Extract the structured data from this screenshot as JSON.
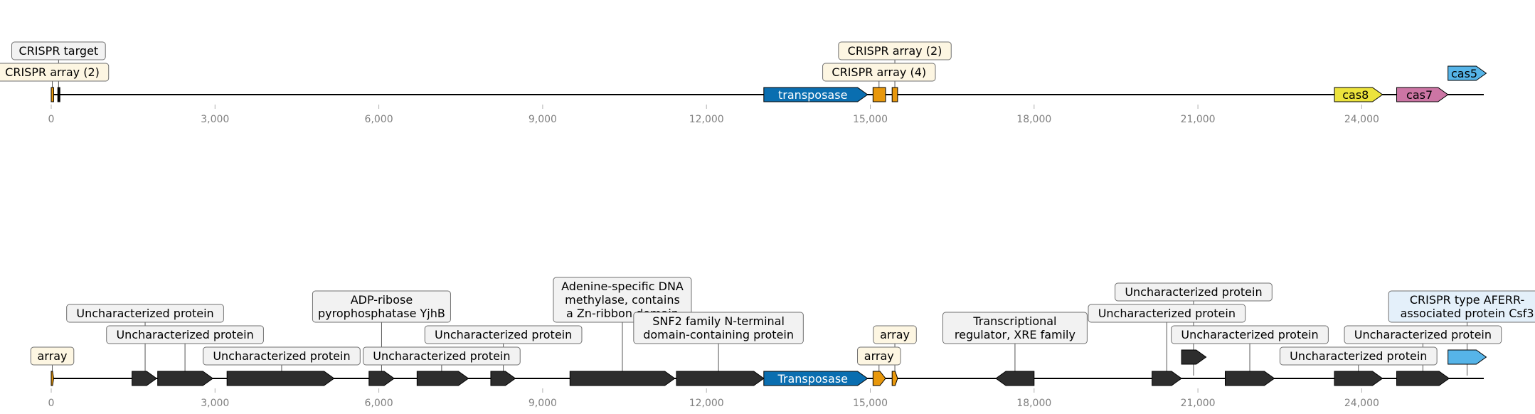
{
  "colors": {
    "backbone": "#000000",
    "tick_text": "#808080",
    "uncharacterized": "#2d2d2d",
    "transposase": "#0a6eb0",
    "crispr_array": "#e8980c",
    "cas8": "#ece33c",
    "cas7": "#cc75a4",
    "cas5": "#56b4e8",
    "label_fill_gray": "#f2f2f2",
    "label_fill_array": "#fdf6e2",
    "label_fill_cas": "#e4f0fa"
  },
  "axis": {
    "min": 0,
    "max": 26200,
    "ticks": [
      {
        "value": 0,
        "label": "0"
      },
      {
        "value": 3000,
        "label": "3,000"
      },
      {
        "value": 6000,
        "label": "6,000"
      },
      {
        "value": 9000,
        "label": "9,000"
      },
      {
        "value": 12000,
        "label": "12,000"
      },
      {
        "value": 15000,
        "label": "15,000"
      },
      {
        "value": 18000,
        "label": "18,000"
      },
      {
        "value": 21000,
        "label": "21,000"
      },
      {
        "value": 24000,
        "label": "24,000"
      }
    ]
  },
  "tracks": [
    {
      "id": "top",
      "features": [
        {
          "start": 0,
          "end": 45,
          "strand": 0,
          "color": "crispr_array",
          "name": "crispr-array-left"
        },
        {
          "start": 120,
          "end": 155,
          "strand": 0,
          "color": "backbone",
          "name": "crispr-target-marker"
        },
        {
          "start": 13050,
          "end": 14950,
          "strand": 1,
          "color": "transposase",
          "name": "transposase-gene",
          "text": "transposase",
          "text_color": "#ffffff"
        },
        {
          "start": 15050,
          "end": 15280,
          "strand": 0,
          "color": "crispr_array",
          "name": "crispr-array-4"
        },
        {
          "start": 15400,
          "end": 15500,
          "strand": 0,
          "color": "crispr_array",
          "name": "crispr-array-2-right"
        },
        {
          "start": 23500,
          "end": 24380,
          "strand": 1,
          "color": "cas8",
          "name": "cas8-gene",
          "text": "cas8",
          "text_color": "#000000"
        },
        {
          "start": 24640,
          "end": 25580,
          "strand": 1,
          "color": "cas7",
          "name": "cas7-gene",
          "text": "cas7",
          "text_color": "#000000"
        },
        {
          "start": 25580,
          "end": 26280,
          "strand": 1,
          "color": "cas5",
          "name": "cas5-gene",
          "text": "cas5",
          "text_color": "#000000",
          "raised": true
        }
      ],
      "labels": [
        {
          "lines": [
            "CRISPR target"
          ],
          "pos": 135,
          "level": 2,
          "fill": "label_fill_gray"
        },
        {
          "lines": [
            "CRISPR array (2)"
          ],
          "pos": 20,
          "level": 1,
          "fill": "label_fill_array"
        },
        {
          "lines": [
            "CRISPR array (2)"
          ],
          "pos": 15450,
          "level": 2,
          "fill": "label_fill_array"
        },
        {
          "lines": [
            "CRISPR array (4)"
          ],
          "pos": 15160,
          "level": 1,
          "fill": "label_fill_array"
        }
      ]
    },
    {
      "id": "bottom",
      "features": [
        {
          "start": 0,
          "end": 45,
          "strand": 1,
          "color": "crispr_array",
          "name": "array-left"
        },
        {
          "start": 1480,
          "end": 1930,
          "strand": 1,
          "color": "uncharacterized",
          "name": "gene-u1"
        },
        {
          "start": 1950,
          "end": 2960,
          "strand": 1,
          "color": "uncharacterized",
          "name": "gene-u2"
        },
        {
          "start": 3220,
          "end": 5180,
          "strand": 1,
          "color": "uncharacterized",
          "name": "gene-u3"
        },
        {
          "start": 5820,
          "end": 6280,
          "strand": 1,
          "color": "uncharacterized",
          "name": "gene-adp-ribose"
        },
        {
          "start": 6700,
          "end": 7640,
          "strand": 1,
          "color": "uncharacterized",
          "name": "gene-u4"
        },
        {
          "start": 8050,
          "end": 8500,
          "strand": 1,
          "color": "uncharacterized",
          "name": "gene-u5"
        },
        {
          "start": 9500,
          "end": 11420,
          "strand": 1,
          "color": "uncharacterized",
          "name": "gene-adenine-methylase"
        },
        {
          "start": 11450,
          "end": 13050,
          "strand": 1,
          "color": "uncharacterized",
          "name": "gene-snf2"
        },
        {
          "start": 13050,
          "end": 14950,
          "strand": 1,
          "color": "transposase",
          "name": "transposase-gene",
          "text": "Transposase",
          "text_color": "#ffffff"
        },
        {
          "start": 15050,
          "end": 15280,
          "strand": 1,
          "color": "crispr_array",
          "name": "array-mid"
        },
        {
          "start": 15400,
          "end": 15500,
          "strand": 1,
          "color": "crispr_array",
          "name": "array-right"
        },
        {
          "start": 17300,
          "end": 18000,
          "strand": -1,
          "color": "uncharacterized",
          "name": "gene-xre-regulator"
        },
        {
          "start": 20160,
          "end": 20700,
          "strand": 1,
          "color": "uncharacterized",
          "name": "gene-u6"
        },
        {
          "start": 20700,
          "end": 21150,
          "strand": 1,
          "color": "uncharacterized",
          "name": "gene-u7",
          "raised": true
        },
        {
          "start": 21500,
          "end": 22400,
          "strand": 1,
          "color": "uncharacterized",
          "name": "gene-u8"
        },
        {
          "start": 23500,
          "end": 24380,
          "strand": 1,
          "color": "uncharacterized",
          "name": "gene-u9"
        },
        {
          "start": 24640,
          "end": 25600,
          "strand": 1,
          "color": "uncharacterized",
          "name": "gene-u10"
        },
        {
          "start": 25580,
          "end": 26280,
          "strand": 1,
          "color": "cas5",
          "name": "gene-csf3",
          "raised": true
        }
      ],
      "labels": [
        {
          "lines": [
            "array"
          ],
          "pos": 20,
          "level": 1,
          "fill": "label_fill_array"
        },
        {
          "lines": [
            "Uncharacterized protein"
          ],
          "pos": 1720,
          "level": 3,
          "fill": "label_fill_gray"
        },
        {
          "lines": [
            "Uncharacterized protein"
          ],
          "pos": 2450,
          "level": 2,
          "fill": "label_fill_gray"
        },
        {
          "lines": [
            "Uncharacterized protein"
          ],
          "pos": 4220,
          "level": 1,
          "fill": "label_fill_gray"
        },
        {
          "lines": [
            "ADP-ribose",
            "pyrophosphatase YjhB"
          ],
          "pos": 6050,
          "level": 3,
          "fill": "label_fill_gray"
        },
        {
          "lines": [
            "Uncharacterized protein"
          ],
          "pos": 7150,
          "level": 1,
          "fill": "label_fill_gray"
        },
        {
          "lines": [
            "Uncharacterized protein"
          ],
          "pos": 8280,
          "level": 2,
          "fill": "label_fill_gray"
        },
        {
          "lines": [
            "Adenine-specific DNA",
            "methylase, contains",
            "a Zn-ribbon domain"
          ],
          "pos": 10460,
          "level": 3,
          "fill": "label_fill_gray"
        },
        {
          "lines": [
            "SNF2 family N-terminal",
            "domain-containing protein"
          ],
          "pos": 12220,
          "level": 2,
          "fill": "label_fill_gray"
        },
        {
          "lines": [
            "array"
          ],
          "pos": 15160,
          "level": 1,
          "fill": "label_fill_array"
        },
        {
          "lines": [
            "array"
          ],
          "pos": 15450,
          "level": 2,
          "fill": "label_fill_array"
        },
        {
          "lines": [
            "Transcriptional",
            "regulator, XRE family"
          ],
          "pos": 17650,
          "level": 2,
          "fill": "label_fill_gray"
        },
        {
          "lines": [
            "Uncharacterized protein"
          ],
          "pos": 20430,
          "level": 3,
          "fill": "label_fill_gray"
        },
        {
          "lines": [
            "Uncharacterized protein"
          ],
          "pos": 20920,
          "level": 4,
          "fill": "label_fill_gray"
        },
        {
          "lines": [
            "Uncharacterized protein"
          ],
          "pos": 21950,
          "level": 2,
          "fill": "label_fill_gray"
        },
        {
          "lines": [
            "Uncharacterized protein"
          ],
          "pos": 23940,
          "level": 1,
          "fill": "label_fill_gray"
        },
        {
          "lines": [
            "Uncharacterized protein"
          ],
          "pos": 25120,
          "level": 2,
          "fill": "label_fill_gray"
        },
        {
          "lines": [
            "CRISPR type AFERR-",
            "associated protein Csf3"
          ],
          "pos": 25930,
          "level": 3,
          "fill": "label_fill_cas"
        }
      ]
    }
  ]
}
